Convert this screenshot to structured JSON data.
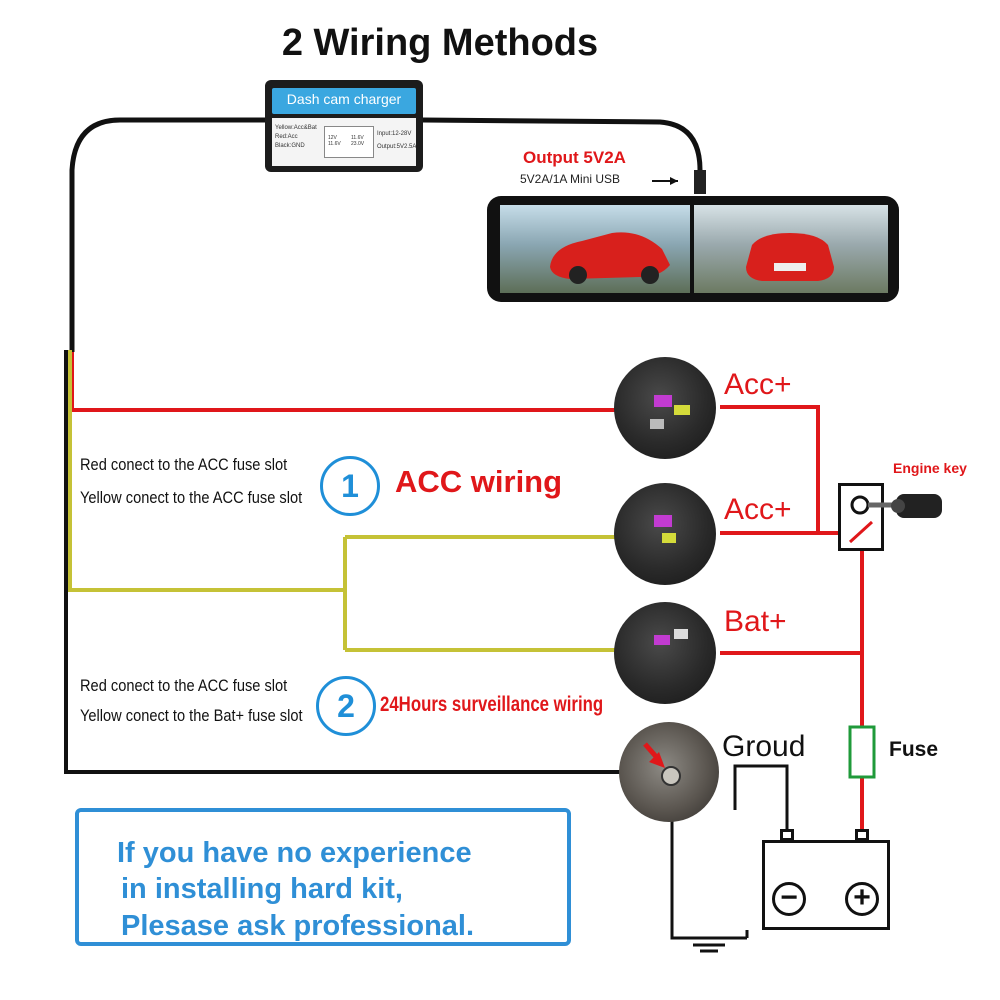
{
  "title": "2 Wiring Methods",
  "charger": {
    "label": "Dash cam charger",
    "spec_lines": [
      "Yellow:Acc&Bat",
      "Red:Acc",
      "Black:GND"
    ],
    "input": "Input:12-28V",
    "output": "Output:5V2.5A",
    "graph_left": [
      "12V",
      "11.6V"
    ],
    "graph_right": [
      "11.6V",
      "23.0V"
    ]
  },
  "output": {
    "title": "Output 5V2A",
    "subtitle": "5V2A/1A Mini USB"
  },
  "labels": {
    "acc_top": "Acc+",
    "acc_mid": "Acc+",
    "bat": "Bat+",
    "engine_key": "Engine key",
    "ground": "Groud",
    "fuse": "Fuse"
  },
  "method1": {
    "number": "1",
    "line1": "Red conect to the ACC fuse slot",
    "line2": "Yellow conect to the ACC fuse slot",
    "name": "ACC wiring"
  },
  "method2": {
    "number": "2",
    "line1": "Red conect to the ACC fuse slot",
    "line2": "Yellow conect to the Bat+ fuse slot",
    "name": "24Hours surveillance wiring"
  },
  "notice": {
    "line1": "If you have no experience",
    "line2": "in installing hard kit,",
    "line3": "Plesase ask professional."
  },
  "colors": {
    "red_wire": "#e0171a",
    "yellow_wire": "#c5c236",
    "black_wire": "#111111",
    "blue_accent": "#2f8fd6",
    "fuse_green": "#1f9a3a"
  }
}
